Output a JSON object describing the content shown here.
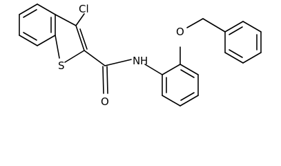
{
  "molecule": {
    "atom_labels": {
      "chlorine": "Cl",
      "sulfur": "S",
      "oxygen_carbonyl": "O",
      "nitrogen": "N",
      "hydrogen": "H",
      "oxygen_ether": "O"
    },
    "colors": {
      "bond": "#000000",
      "text": "#000000",
      "background": "#ffffff"
    }
  }
}
